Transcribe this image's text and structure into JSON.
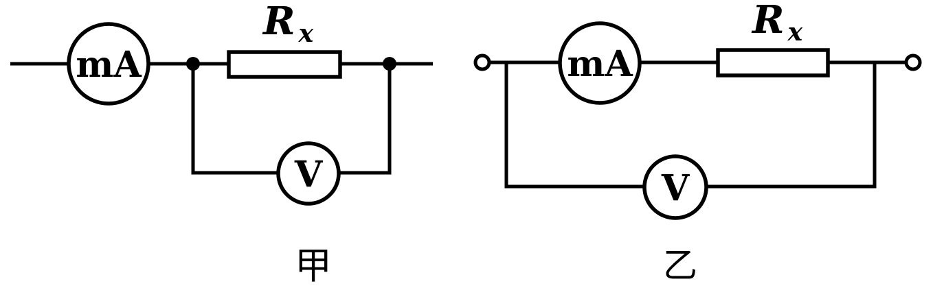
{
  "diagram": {
    "kind": "circuit-diagram",
    "stroke_color": "#000000",
    "background_color": "#ffffff",
    "jia": {
      "caption": "甲",
      "milliammeter_label": "mA",
      "voltmeter_label": "V",
      "resistor_label_main": "R",
      "resistor_label_sub": "x"
    },
    "yi": {
      "caption": "乙",
      "milliammeter_label": "mA",
      "voltmeter_label": "V",
      "resistor_label_main": "R",
      "resistor_label_sub": "x"
    }
  }
}
